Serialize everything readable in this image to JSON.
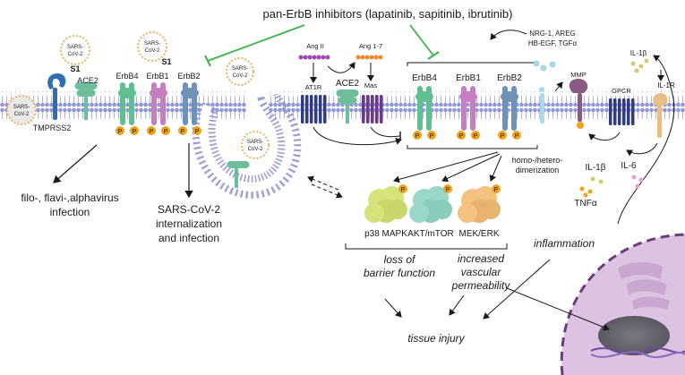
{
  "title": "pan-ErbB inhibitors (lapatinib, sapitinib, ibrutinib)",
  "virus": {
    "sars_line1": "SARS-",
    "sars_line2": "CoV-2",
    "s1": "S1"
  },
  "left_receptors": {
    "tmprss2": "TMPRSS2",
    "ace2": "ACE2",
    "erbb4": "ErbB4",
    "erbb1": "ErbB1",
    "erbb2": "ErbB2",
    "p": "P"
  },
  "outcomes": {
    "filo_line1": "filo-, flavi-,alphavirus",
    "filo_line2": "infection",
    "sars_line1": "SARS-CoV-2",
    "sars_line2": "internalization",
    "sars_line3": "and infection"
  },
  "middle": {
    "ang2": "Ang II",
    "ang17": "Ang 1-7",
    "at1r": "AT1R",
    "ace2": "ACE2",
    "mas": "Mas"
  },
  "right_receptors": {
    "erbb4": "ErbB4",
    "erbb1": "ErbB1",
    "erbb2": "ErbB2",
    "dimerization_line1": "homo-/hetero-",
    "dimerization_line2": "dimerization"
  },
  "ligands": {
    "line1": "NRG-1, AREG",
    "line2": "HB-EGF, TGFα"
  },
  "right_side": {
    "mmp": "MMP",
    "gpcr": "GPCR",
    "il1b_top": "IL-1β",
    "il1r": "IL-1R",
    "il1b": "IL-1β",
    "il6": "IL-6",
    "tnfa": "TNFα",
    "inflammation": "inflammation"
  },
  "kinases": {
    "p38": "p38 MAPK",
    "akt": "AKT/mTOR",
    "mek": "MEK/ERK"
  },
  "effects": {
    "barrier_line1": "loss of",
    "barrier_line2": "barrier function",
    "vasc_line1": "increased",
    "vasc_line2": "vascular",
    "vasc_line3": "permeability",
    "tissue": "tissue injury"
  },
  "colors": {
    "inhibitor_green": "#3db34a",
    "erbb4": "#5fbf8f",
    "erbb1": "#c57fc0",
    "erbb2": "#6f93b8",
    "phospho": "#f0a21a",
    "membrane": "#8a90cc",
    "ace2": "#6cbf9a",
    "tmprss2": "#2e6fb0",
    "at1r": "#2e3a8a",
    "mas": "#6b3a8a",
    "mmp": "#8a5a84",
    "il1r": "#e9bd86",
    "p38": "#d6e27a",
    "akt": "#9ad7c8",
    "mek": "#f2c27e",
    "cell": "#c9a8cf"
  }
}
